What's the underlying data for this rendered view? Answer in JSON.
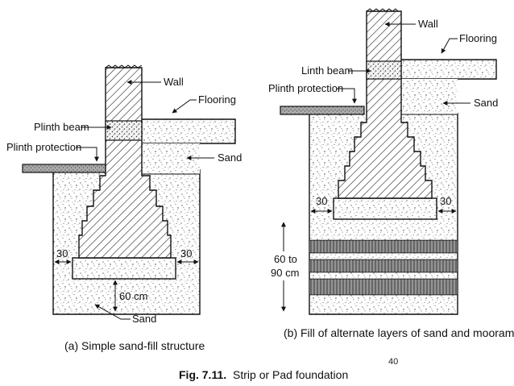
{
  "diagram_a": {
    "caption": "(a) Simple sand-fill structure",
    "labels": {
      "wall": "Wall",
      "flooring": "Flooring",
      "plinth_beam": "Plinth beam",
      "plinth_protection": "Plinth protection",
      "sand_top": "Sand",
      "sand_bottom": "Sand",
      "left_offset": "30",
      "right_offset": "30",
      "depth": "60 cm"
    }
  },
  "diagram_b": {
    "caption": "(b) Fill of alternate layers of sand and mooram",
    "labels": {
      "wall": "Wall",
      "flooring": "Flooring",
      "linth_beam": "Linth beam",
      "plinth_protection": "Plinth protection",
      "sand": "Sand",
      "left_offset": "30",
      "right_offset": "30",
      "depth_line1": "60 to",
      "depth_line2": "90 cm"
    }
  },
  "figure": {
    "number": "Fig. 7.11.",
    "title": "Strip or Pad foundation"
  },
  "page_number": "40"
}
